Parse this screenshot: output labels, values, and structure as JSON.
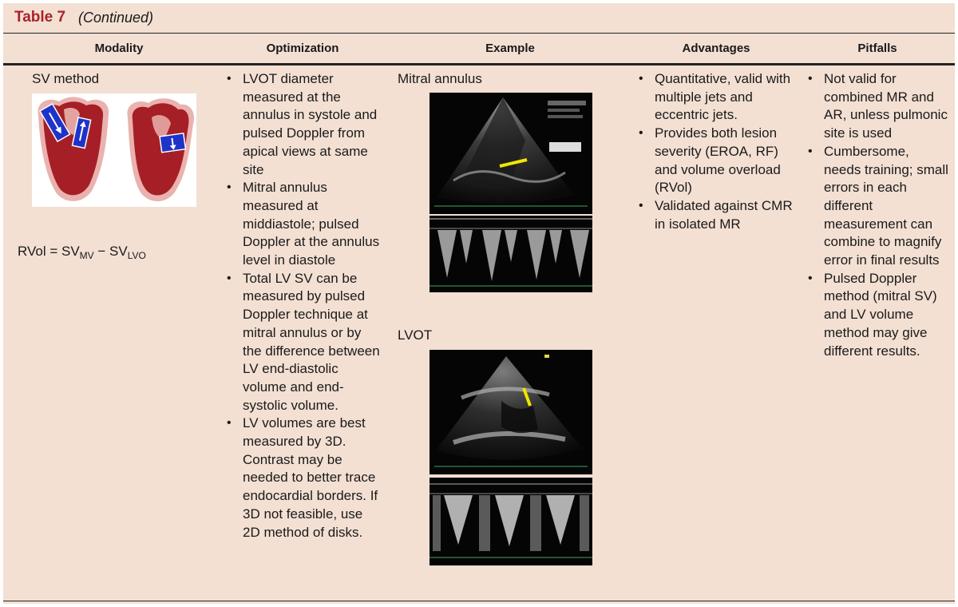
{
  "table": {
    "label": "Table 7",
    "continued": "(Continued)"
  },
  "headers": [
    "Modality",
    "Optimization",
    "Example",
    "Advantages",
    "Pitfalls"
  ],
  "modality": {
    "name": "SV method",
    "formula_prefix": "RVol = SV",
    "formula_sub1": "MV",
    "formula_minus": " − SV",
    "formula_sub2": "LVO"
  },
  "optimization": [
    "LVOT diameter measured at the annulus in systole and pulsed Doppler from apical views at same site",
    "Mitral annulus measured at middiastole; pulsed Doppler at the annulus level in diastole",
    "Total LV SV can be measured by pulsed Doppler technique at mitral annulus or by the difference between LV end-diastolic volume and end-systolic volume.",
    "LV volumes are best measured by 3D. Contrast may be needed to better trace endocardial borders. If 3D not feasible, use 2D method of disks."
  ],
  "example": {
    "label1": "Mitral annulus",
    "label2": "LVOT"
  },
  "advantages": [
    "Quantitative, valid with multiple jets and eccentric jets.",
    "Provides both lesion severity (EROA, RF) and volume overload (RVol)",
    "Validated against CMR in isolated MR"
  ],
  "pitfalls": [
    "Not valid for combined MR and AR, unless pulmonic site is used",
    "Cumbersome, needs training; small errors in each different measurement can combine to magnify error in final results",
    "Pulsed Doppler method (mitral SV) and LV volume method may give different results."
  ],
  "colors": {
    "background": "#f3e0d3",
    "title": "#a8232a",
    "heart": "#a61f26",
    "marker": "#f2e600",
    "sample_volume": "#1e34c8"
  }
}
